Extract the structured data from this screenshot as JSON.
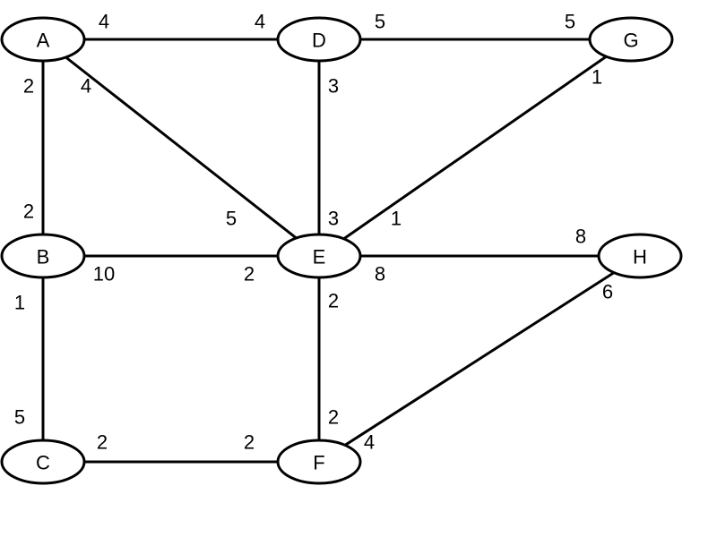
{
  "diagram": {
    "type": "weighted-graph",
    "colors": {
      "stroke": "#000000",
      "background": "#ffffff",
      "text": "#000000"
    },
    "nodes": [
      {
        "id": "A",
        "label": "A"
      },
      {
        "id": "B",
        "label": "B"
      },
      {
        "id": "C",
        "label": "C"
      },
      {
        "id": "D",
        "label": "D"
      },
      {
        "id": "E",
        "label": "E"
      },
      {
        "id": "F",
        "label": "F"
      },
      {
        "id": "G",
        "label": "G"
      },
      {
        "id": "H",
        "label": "H"
      }
    ],
    "edges": [
      {
        "from": "A",
        "to": "D",
        "label_from": "4",
        "label_to": "4"
      },
      {
        "from": "A",
        "to": "B",
        "label_from": "2",
        "label_to": "2"
      },
      {
        "from": "A",
        "to": "E",
        "label_from": "4",
        "label_to": "5"
      },
      {
        "from": "D",
        "to": "G",
        "label_from": "5",
        "label_to": "5"
      },
      {
        "from": "D",
        "to": "E",
        "label_from": "3",
        "label_to": "3"
      },
      {
        "from": "G",
        "to": "E",
        "label_from": "1",
        "label_to": "1"
      },
      {
        "from": "B",
        "to": "E",
        "label_from": "10",
        "label_to": "2"
      },
      {
        "from": "E",
        "to": "H",
        "label_from": "8",
        "label_to": "8"
      },
      {
        "from": "B",
        "to": "C",
        "label_from": "1",
        "label_to": "5"
      },
      {
        "from": "E",
        "to": "F",
        "label_from": "2",
        "label_to": "2"
      },
      {
        "from": "H",
        "to": "F",
        "label_from": "6",
        "label_to": "4"
      },
      {
        "from": "C",
        "to": "F",
        "label_from": "2",
        "label_to": "2"
      }
    ]
  }
}
